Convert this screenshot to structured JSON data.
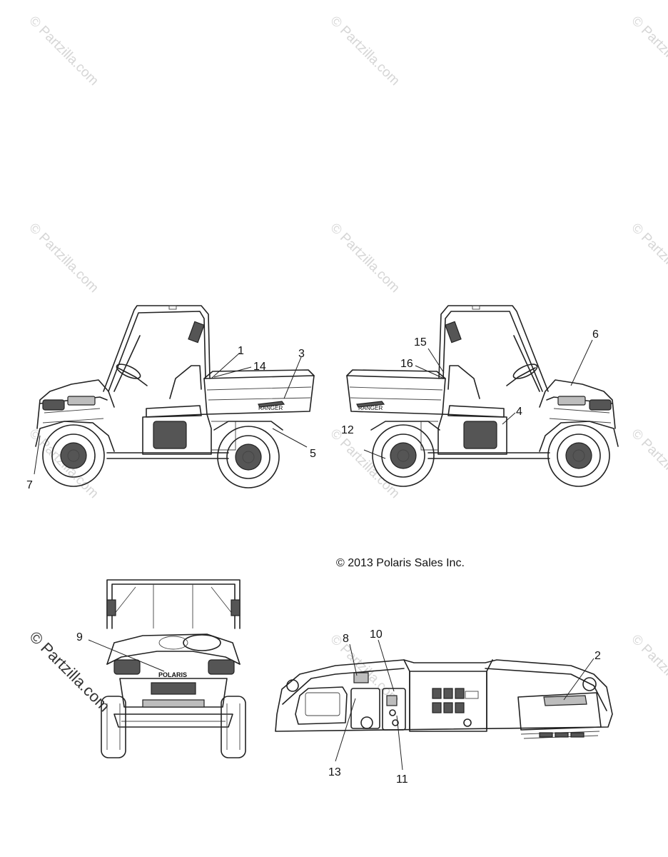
{
  "copyright": "© 2013 Polaris Sales Inc.",
  "watermark": {
    "text": "© Partzilla.com"
  },
  "decal_texts": {
    "bed_brand": "RANGER",
    "grille_brand": "POLARIS"
  },
  "callouts": {
    "c1": "1",
    "c2": "2",
    "c3": "3",
    "c4": "4",
    "c5": "5",
    "c6": "6",
    "c7": "7",
    "c8": "8",
    "c9": "9",
    "c10": "10",
    "c11": "11",
    "c12": "12",
    "c13": "13",
    "c14": "14",
    "c15": "15",
    "c16": "16"
  }
}
